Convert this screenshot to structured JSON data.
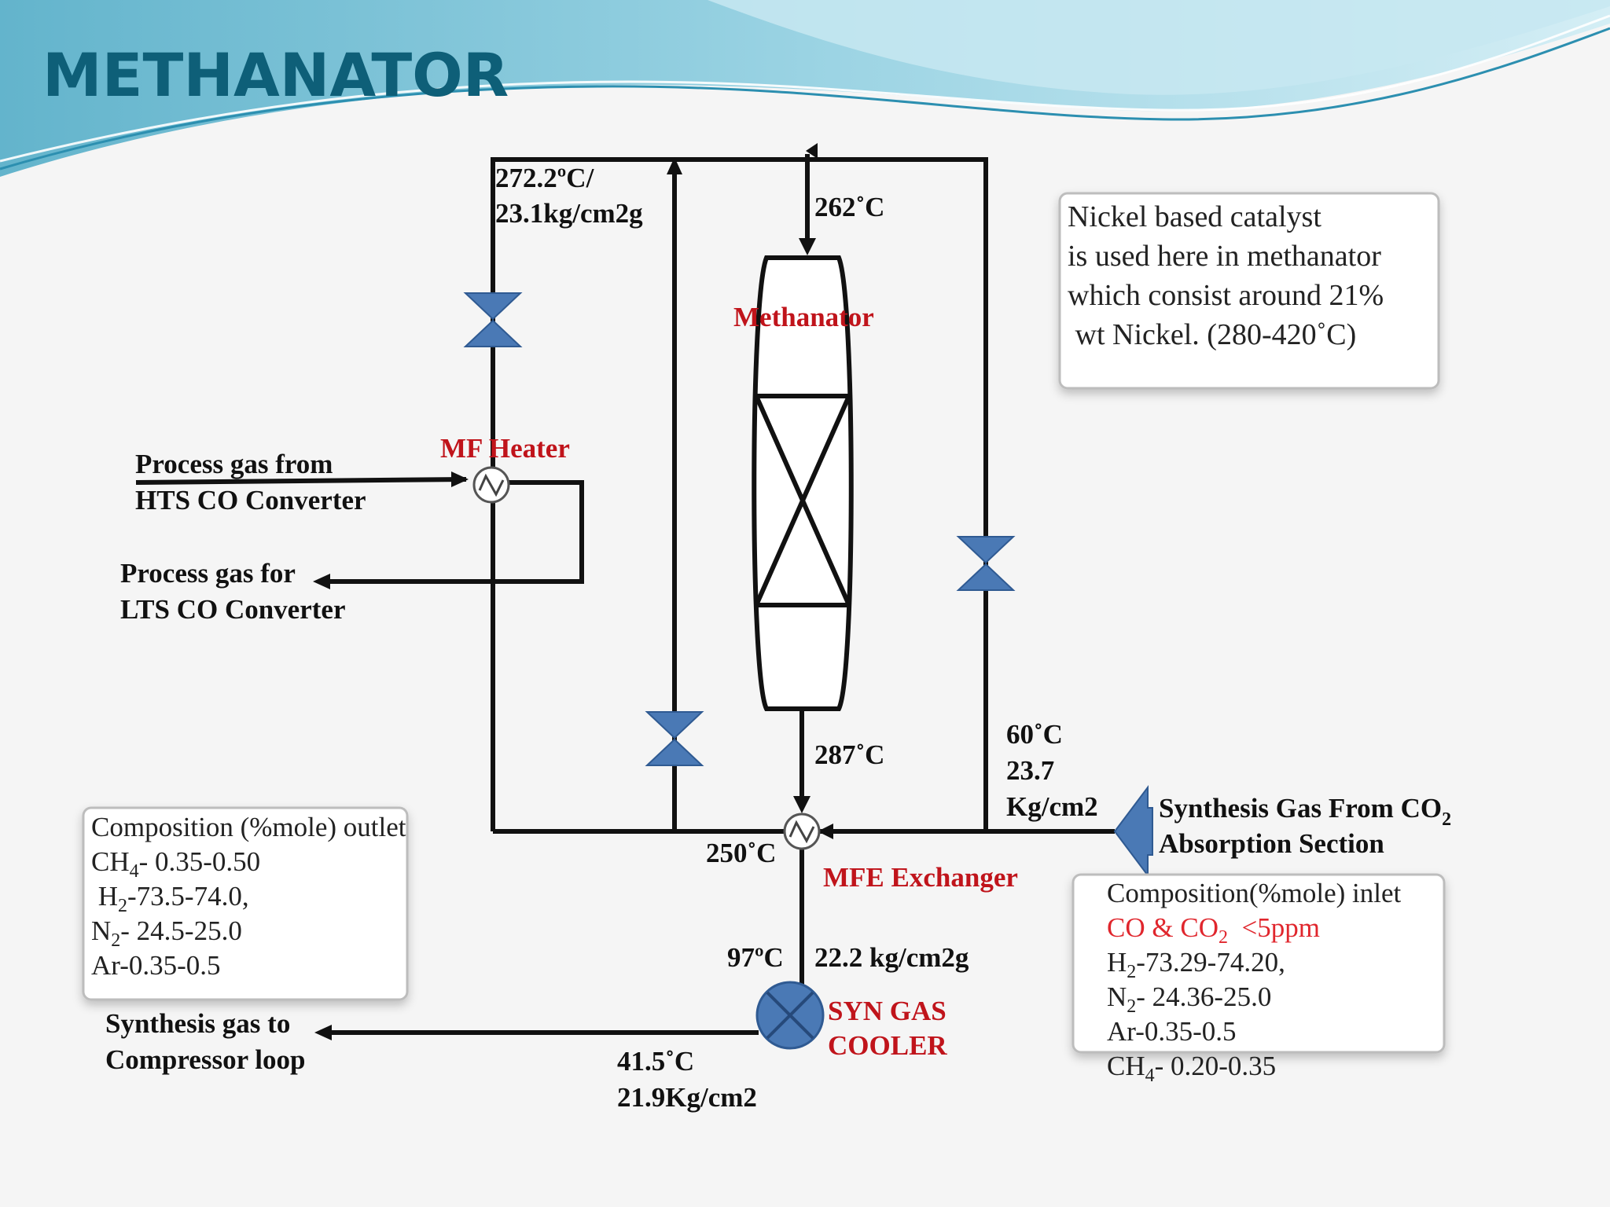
{
  "slide": {
    "title": "METHANATOR",
    "colors": {
      "title": "#0e5f78",
      "wave_dark": "#6fb8cf",
      "wave_light": "#b6e2ee",
      "line": "#111111",
      "valve": "#4a79b5",
      "valve_stroke": "#2f5a92",
      "red_label": "#c0141b",
      "red_spec": "#e0262d"
    }
  },
  "diagram": {
    "labels": {
      "top_left_temp": "272.2ºC/",
      "top_left_pressure": "23.1kg/cm2g",
      "inlet_temp": "262˚C",
      "methanator": "Methanator",
      "mf_heater": "MF Heater",
      "process_gas_from_1": "Process gas from",
      "process_gas_from_2": "HTS CO Converter",
      "process_gas_for_1": "Process gas for",
      "process_gas_for_2": "LTS CO Converter",
      "outlet_temp": "287˚C",
      "feed_temp": "60˚C",
      "feed_pressure_1": "23.7",
      "feed_pressure_2": "Kg/cm2",
      "synthesis_gas_from_1": "Synthesis Gas From CO",
      "synthesis_gas_from_sub": "2",
      "synthesis_gas_from_2": "Absorption Section",
      "exchanger_temp": "250˚C",
      "mfe_exchanger": "MFE Exchanger",
      "cooler_inlet_temp": "97ºC",
      "cooler_inlet_pressure": "22.2 kg/cm2g",
      "syn_gas_cooler_1": "SYN GAS",
      "syn_gas_cooler_2": "COOLER",
      "to_compressor_1": "Synthesis gas to",
      "to_compressor_2": "Compressor loop",
      "cooler_outlet_temp": "41.5˚C",
      "cooler_outlet_pressure": "21.9Kg/cm2"
    },
    "catalyst_note": [
      "Nickel based catalyst",
      "is used here in methanator",
      "which consist around 21%",
      " wt Nickel. (280-420˚C)"
    ],
    "outlet_composition": {
      "heading": "Composition (%mole) outlet",
      "ch4_a": "CH",
      "ch4_sub": "4",
      "ch4_b": "- 0.35-0.50",
      "h2_a": " H",
      "h2_sub": "2",
      "h2_b": "-73.5-74.0,",
      "n2_a": "N",
      "n2_sub": "2",
      "n2_b": "- 24.5-25.0",
      "ar": "Ar-0.35-0.5"
    },
    "inlet_composition": {
      "heading": "Composition(%mole) inlet",
      "co_a": "CO & CO",
      "co_sub": "2",
      "co_b": "  <5ppm",
      "h2_a": "H",
      "h2_sub": "2",
      "h2_b": "-73.29-74.20,",
      "n2_a": "N",
      "n2_sub": "2",
      "n2_b": "- 24.36-25.0",
      "ar": "Ar-0.35-0.5",
      "ch4_a": "CH",
      "ch4_sub": "4",
      "ch4_b": "- 0.20-0.35"
    }
  }
}
